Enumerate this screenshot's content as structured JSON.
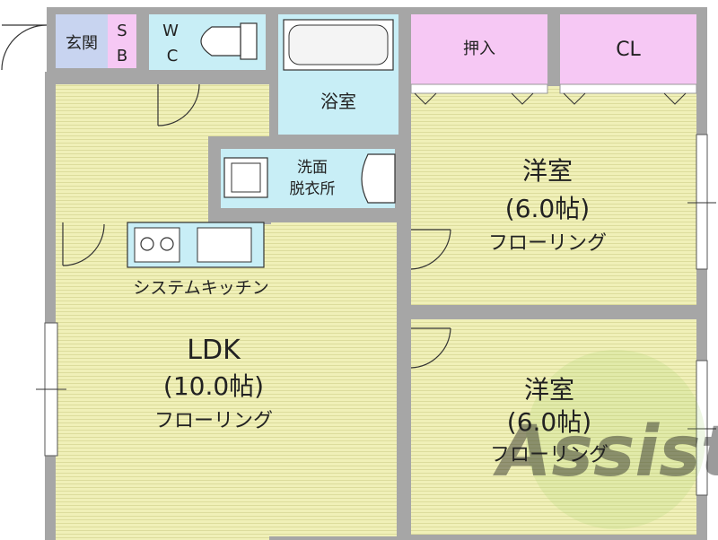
{
  "colors": {
    "wall": "#a6a6a6",
    "floor_wood": "#f0f0b8",
    "floor_line": "#dcdc9c",
    "wet_room": "#c8eef6",
    "closet": "#f6c8f4",
    "entry": "#c8d4f0",
    "fixture_stroke": "#333333",
    "watermark": "#9ed06a"
  },
  "rooms": {
    "genkan": "玄関",
    "sb_s": "S",
    "sb_b": "B",
    "wc_w": "W",
    "wc_c": "C",
    "bath": "浴室",
    "washroom_l1": "洗面",
    "washroom_l2": "脱衣所",
    "oshiire": "押入",
    "cl": "CL",
    "kitchen": "システムキッチン",
    "ldk_name": "LDK",
    "ldk_size": "(10.0帖)",
    "ldk_floor": "フローリング",
    "bed1_name": "洋室",
    "bed1_size": "(6.0帖)",
    "bed1_floor": "フローリング",
    "bed2_name": "洋室",
    "bed2_size": "(6.0帖)",
    "bed2_floor": "フローリング"
  },
  "watermark": {
    "text": "Assist"
  }
}
